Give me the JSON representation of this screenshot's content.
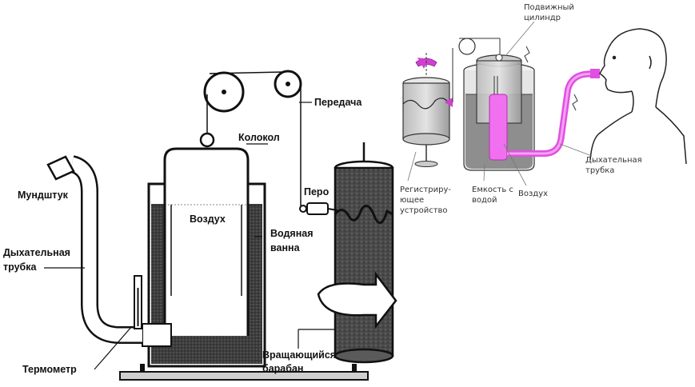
{
  "left_diagram": {
    "labels": {
      "mouthpiece": "Мундштук",
      "breathing_tube": [
        "Дыхательная",
        "трубка"
      ],
      "thermometer": "Термометр",
      "air": "Воздух",
      "bell": "Колокол",
      "transmission": "Передача",
      "pen": "Перо",
      "water_bath": [
        "Водяная",
        "ванна"
      ],
      "rotating_drum": [
        "Вращающийся",
        "барабан"
      ]
    }
  },
  "right_diagram": {
    "labels": {
      "moving_cylinder": [
        "Подвижный",
        "цилиндр"
      ],
      "recorder": [
        "Регистриру-",
        "ющее",
        "устройство"
      ],
      "water_container": [
        "Емкость с",
        "водой"
      ],
      "air": "Воздух",
      "breathing_tube": [
        "Дыхательная",
        "трубка"
      ]
    },
    "accent_color": "#e040e0"
  }
}
